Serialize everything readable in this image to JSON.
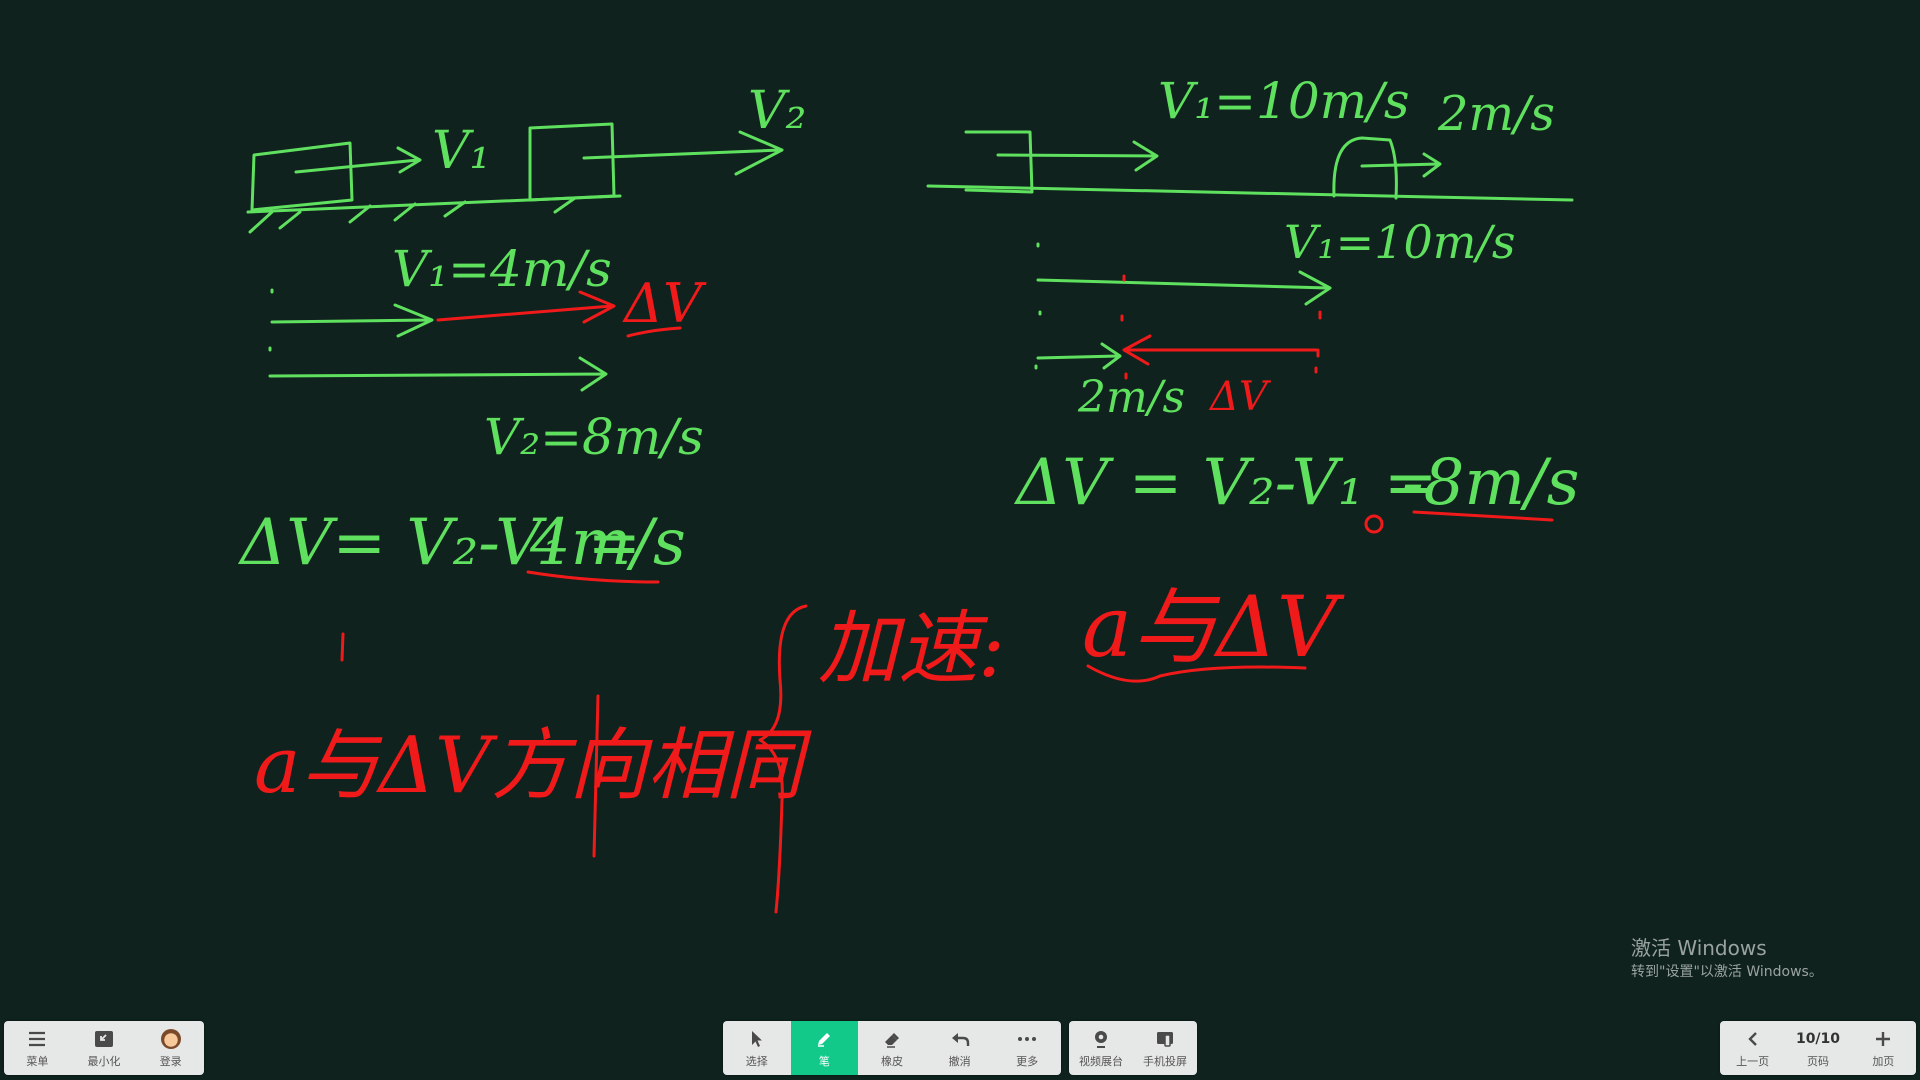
{
  "toolbar_left": {
    "menu_label": "菜单",
    "minimize_label": "最小化",
    "login_label": "登录"
  },
  "toolbar_center": {
    "select_label": "选择",
    "pen_label": "笔",
    "eraser_label": "橡皮",
    "undo_label": "撤消",
    "more_label": "更多",
    "video_booth_label": "视频展台",
    "phone_cast_label": "手机投屏"
  },
  "toolbar_right": {
    "prev_label": "上一页",
    "page_value": "10/10",
    "page_label": "页码",
    "add_label": "加页"
  },
  "watermark": {
    "title": "激活 Windows",
    "subtitle": "转到\"设置\"以激活 Windows。"
  },
  "colors": {
    "board": "#0f221d",
    "ink_green": "#5fe05f",
    "ink_red": "#f11a1a",
    "active_tool": "#12c98a",
    "toolbar": "#e6e8e7"
  },
  "board_text": {
    "left_v1_top": "V₁",
    "left_v2_top": "V₂",
    "left_v1": "V₁=4m/s",
    "left_dv_label": "ΔV",
    "left_v2": "V₂=8m/s",
    "left_eq_prefix": "ΔV= V₂-V₁ =",
    "left_eq_result": "4m/s",
    "right_v1_top": "V₁=10m/s",
    "right_v2_top": "2m/s",
    "right_v1_mid": "V₁=10m/s",
    "right_2ms": "2m/s",
    "right_dv_label": "ΔV",
    "right_eq_prefix": "ΔV = V₂-V₁ =",
    "right_eq_result": "-8m/s",
    "bottom_rule": "a与ΔV方向相同",
    "bottom_accel": "加速:",
    "bottom_accel_rel": "a与ΔV"
  }
}
